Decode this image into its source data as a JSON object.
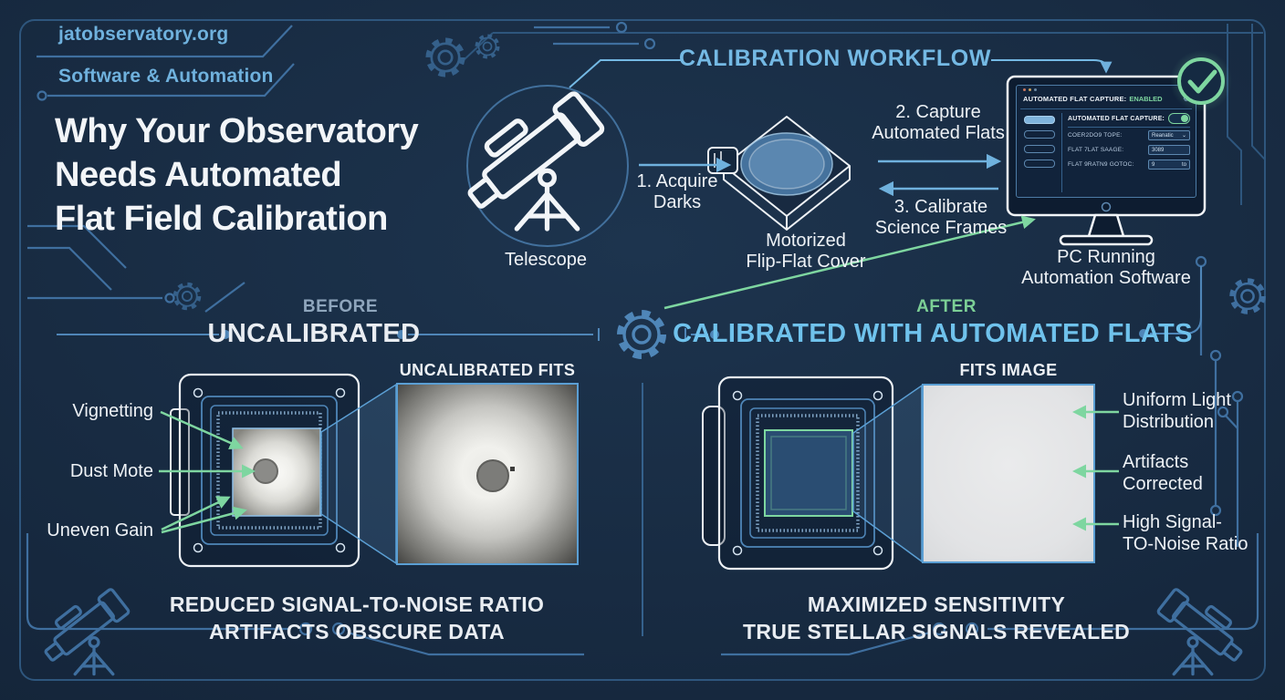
{
  "brand": {
    "site": "jatobservatory.org",
    "category": "Software & Automation"
  },
  "title": {
    "line1": "Why Your Observatory",
    "line2": "Needs Automated",
    "line3": "Flat Field Calibration"
  },
  "workflow": {
    "heading": "CALIBRATION WORKFLOW",
    "telescope_label": "Telescope",
    "step1": {
      "line1": "1. Acquire",
      "line2": "Darks"
    },
    "flipflat": {
      "line1": "Motorized",
      "line2": "Flip-Flat Cover"
    },
    "step2": {
      "line1": "2. Capture",
      "line2": "Automated Flats"
    },
    "step3": {
      "line1": "3. Calibrate",
      "line2": "Science Frames"
    },
    "pc": {
      "line1": "PC Running",
      "line2": "Automation Software"
    },
    "screen": {
      "titlebar_label": "AUTOMATED FLAT CAPTURE:",
      "titlebar_status": "ENABLED",
      "toggle_label": "AUTOMATED FLAT CAPTURE:",
      "toggle_state": "on",
      "rows": [
        {
          "label": "COER2DO9 TOPE:",
          "value": "Reanatic",
          "control": "dropdown"
        },
        {
          "label": "FLAT 7LAT SAAGE:",
          "value": "3089",
          "control": "input"
        },
        {
          "label": "FLAT 9RATN9 GOTOC:",
          "value": "9",
          "suffix": "to",
          "control": "input"
        }
      ]
    }
  },
  "before": {
    "eyebrow": "BEFORE",
    "heading": "UNCALIBRATED",
    "fits_heading": "UNCALIBRATED FITS",
    "labels": [
      "Vignetting",
      "Dust Mote",
      "Uneven Gain"
    ],
    "caption_line1": "REDUCED SIGNAL-TO-NOISE RATIO",
    "caption_line2": "ARTIFACTS OBSCURE DATA"
  },
  "after": {
    "eyebrow": "AFTER",
    "heading": "CALIBRATED WITH AUTOMATED FLATS",
    "fits_heading": "FITS IMAGE",
    "labels": [
      {
        "line1": "Uniform Light",
        "line2": "Distribution"
      },
      {
        "line1": "Artifacts",
        "line2": "Corrected"
      },
      {
        "line1": "High Signal-",
        "line2": "TO-Noise Ratio"
      }
    ],
    "caption_line1": "MAXIMIZED SENSITIVITY",
    "caption_line2": "TRUE STELLAR SIGNALS REVEALED"
  },
  "colors": {
    "background": "#16283e",
    "accent_blue": "#74b9e4",
    "accent_blue_muted": "#4f86b8",
    "accent_green": "#7ed6a0",
    "text_white": "#eef2f6",
    "eyebrow_grey": "#8fa6bd"
  }
}
